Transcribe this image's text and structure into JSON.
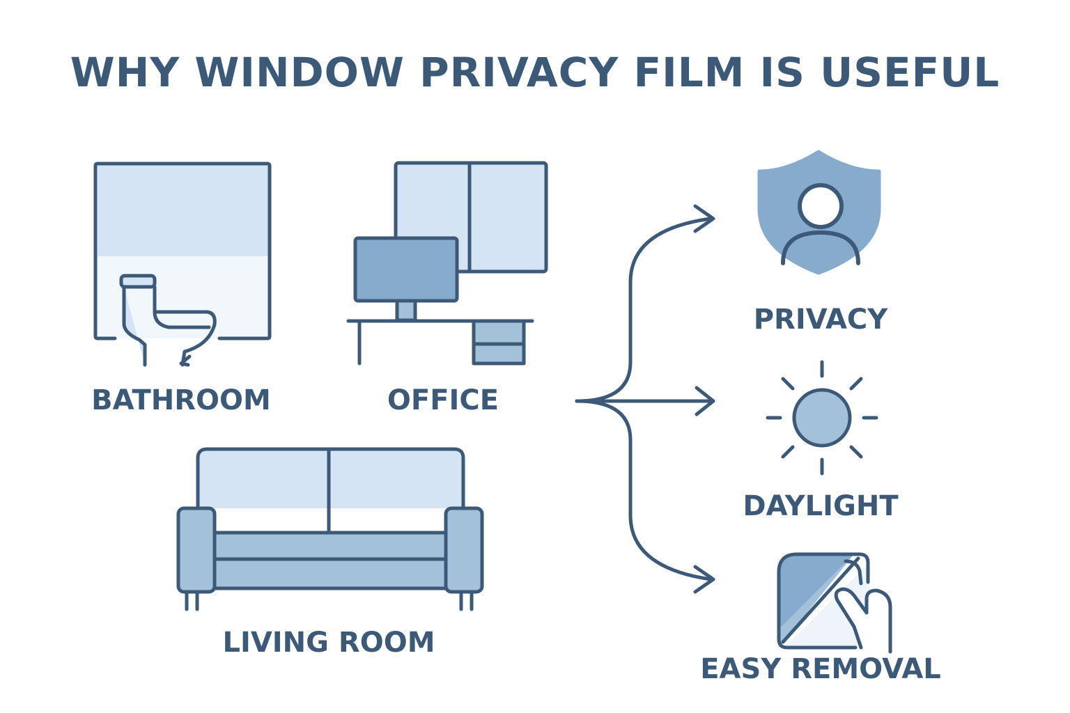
{
  "title": "WHY WINDOW PRIVACY FILM IS USEFUL",
  "colors": {
    "stroke": "#3c5a78",
    "fill_light": "#d4e4f4",
    "fill_mid": "#a3c1d8",
    "fill_dark": "#87abcc",
    "text": "#3c5a78"
  },
  "rooms": [
    {
      "label": "BATHROOM",
      "icon": "bathroom-window-toilet-icon"
    },
    {
      "label": "OFFICE",
      "icon": "office-window-desk-icon"
    },
    {
      "label": "LIVING ROOM",
      "icon": "living-room-sofa-icon"
    }
  ],
  "benefits": [
    {
      "label": "PRIVACY",
      "icon": "shield-person-icon"
    },
    {
      "label": "DAYLIGHT",
      "icon": "sun-icon"
    },
    {
      "label": "EASY REMOVAL",
      "icon": "peeling-film-hand-icon"
    }
  ]
}
